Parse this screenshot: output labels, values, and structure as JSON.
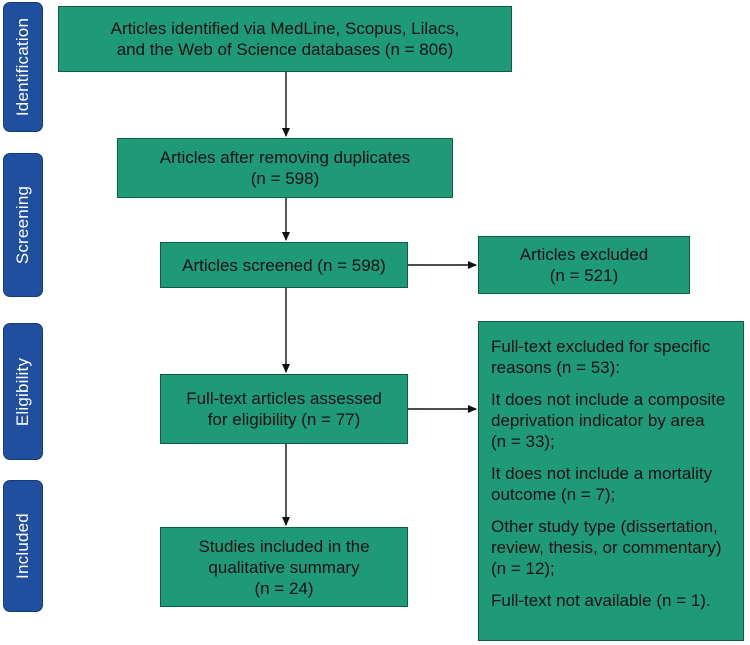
{
  "stages": {
    "identification": "Identification",
    "screening": "Screening",
    "eligibility": "Eligibility",
    "included": "Included"
  },
  "boxes": {
    "identified": [
      "Articles identified via MedLine, Scopus, Lilacs,",
      "and the Web of Science databases (n = 806)"
    ],
    "after_duplicates": [
      "Articles after removing duplicates",
      "(n = 598)"
    ],
    "screened": [
      "Articles screened (n = 598)"
    ],
    "excluded": [
      "Articles excluded",
      "(n = 521)"
    ],
    "fulltext_assessed": [
      "Full-text articles assessed",
      "for eligibility (n = 77)"
    ],
    "included_studies": [
      "Studies included in the",
      "qualitative summary",
      "(n = 24)"
    ]
  },
  "exclusion_reasons": [
    [
      "Full-text excluded for specific",
      "reasons (n = 53):"
    ],
    [
      "It does not include a composite",
      "deprivation indicator by area",
      "(n = 33);"
    ],
    [
      "It does not include a mortality",
      "outcome (n = 7);"
    ],
    [
      "Other study type (dissertation,",
      "review, thesis, or commentary)",
      "(n = 12);"
    ],
    [
      "Full-text not available (n = 1)."
    ]
  ],
  "colors": {
    "stage_fill": "#1f4f9e",
    "box_fill": "#1f9a78"
  }
}
